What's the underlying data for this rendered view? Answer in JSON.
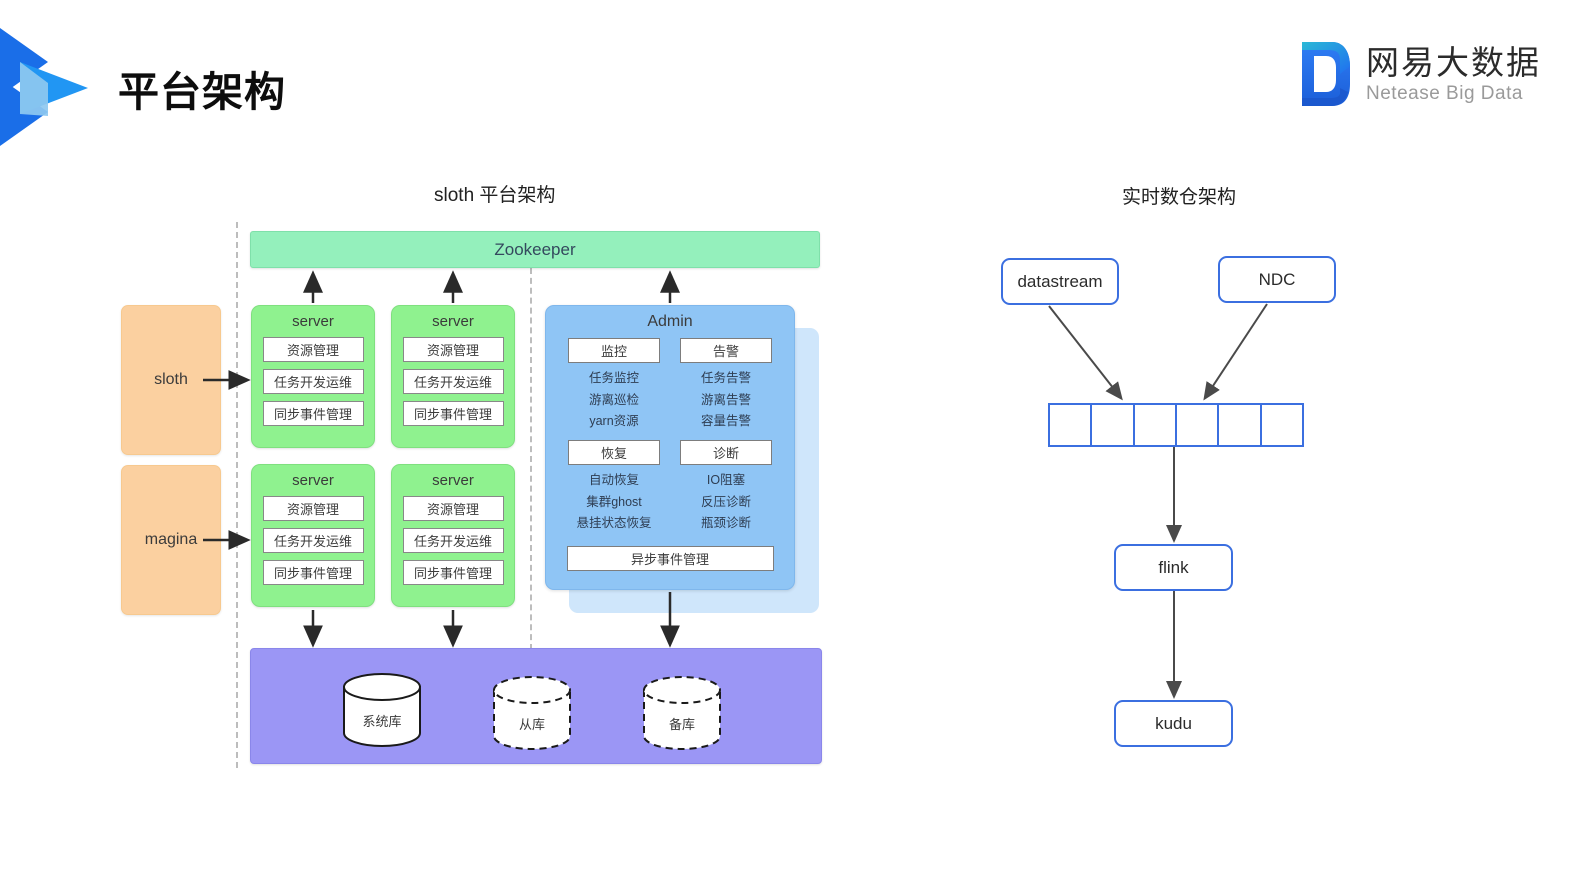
{
  "header": {
    "title": "平台架构",
    "logo": {
      "icon_name": "netease-d-glyph",
      "cn": "网易大数据",
      "en": "Netease Big Data"
    },
    "brand_mark_icon": "triangle-chevron-logo"
  },
  "colors": {
    "zookeeper": "#94f0bc",
    "server": "#8ff28f",
    "admin": "#8fc5f5",
    "admin_shadow": "#cfe6fb",
    "source": "#fbd0a0",
    "storage": "#9b96f5",
    "right_border": "#3b6fe0",
    "arrow": "#404040",
    "separator": "#bdbdbd",
    "logo_dark_blue": "#1a6ee8",
    "logo_mid_blue": "#2196f3",
    "logo_light_blue": "#8ec8f0"
  },
  "left_diagram": {
    "caption": "sloth 平台架构",
    "zookeeper": "Zookeeper",
    "sources": [
      {
        "label": "sloth"
      },
      {
        "label": "magina"
      }
    ],
    "servers": [
      {
        "title": "server",
        "items": [
          "资源管理",
          "任务开发运维",
          "同步事件管理"
        ]
      },
      {
        "title": "server",
        "items": [
          "资源管理",
          "任务开发运维",
          "同步事件管理"
        ]
      },
      {
        "title": "server",
        "items": [
          "资源管理",
          "任务开发运维",
          "同步事件管理"
        ]
      },
      {
        "title": "server",
        "items": [
          "资源管理",
          "任务开发运维",
          "同步事件管理"
        ]
      }
    ],
    "admin": {
      "title": "Admin",
      "groups": [
        {
          "head": "监控",
          "items": [
            "任务监控",
            "游离巡检",
            "yarn资源"
          ]
        },
        {
          "head": "告警",
          "items": [
            "任务告警",
            "游离告警",
            "容量告警"
          ]
        },
        {
          "head": "恢复",
          "items": [
            "自动恢复",
            "集群ghost",
            "悬挂状态恢复"
          ]
        },
        {
          "head": "诊断",
          "items": [
            "IO阻塞",
            "反压诊断",
            "瓶颈诊断"
          ]
        }
      ],
      "footer": "异步事件管理"
    },
    "storage": [
      {
        "label": "系统库",
        "style": "solid"
      },
      {
        "label": "从库",
        "style": "dashed"
      },
      {
        "label": "备库",
        "style": "dashed"
      }
    ]
  },
  "right_diagram": {
    "caption": "实时数仓架构",
    "sources": [
      {
        "label": "datastream"
      },
      {
        "label": "NDC"
      }
    ],
    "queue": {
      "cells": 6,
      "label": ""
    },
    "pipeline": [
      {
        "label": "flink"
      },
      {
        "label": "kudu"
      }
    ]
  }
}
